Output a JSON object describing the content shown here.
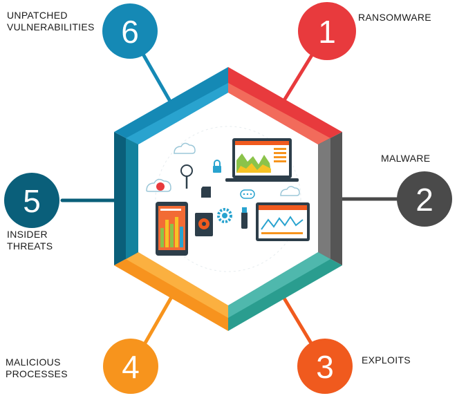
{
  "threats": [
    {
      "number": "1",
      "label": "RANSOMWARE",
      "color": "#e83a3d"
    },
    {
      "number": "2",
      "label": "MALWARE",
      "color": "#4a4a4a"
    },
    {
      "number": "3",
      "label": "EXPLOITS",
      "color": "#f05a1e"
    },
    {
      "number": "4",
      "label": "MALICIOUS\nPROCESSES",
      "color": "#f7941d"
    },
    {
      "number": "5",
      "label": "INSIDER\nTHREATS",
      "color": "#0a5f7a"
    },
    {
      "number": "6",
      "label": "UNPATCHED\nVULNERABILITIES",
      "color": "#1589b5"
    }
  ],
  "center_icons": [
    "cloud-icon",
    "magnifier-icon",
    "lock-icon",
    "laptop-chart-icon",
    "cloud-alert-icon",
    "sd-card-icon",
    "chat-bubble-icon",
    "tablet-chart-icon",
    "hard-drive-icon",
    "gear-icon",
    "usb-drive-icon",
    "monitor-chart-icon"
  ]
}
